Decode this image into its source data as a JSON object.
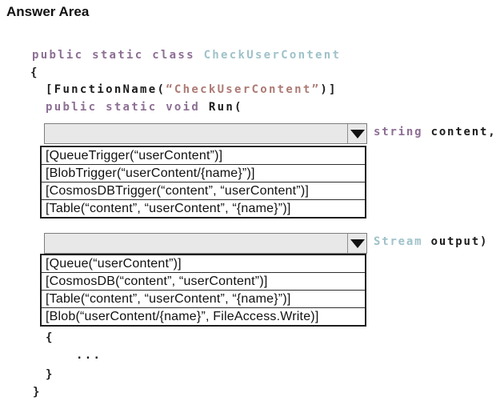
{
  "title": "Answer Area",
  "colors": {
    "keyword": "#8d6f94",
    "class_name": "#9fc2c9",
    "string_literal": "#ad7a74",
    "code_text": "#1c1c1c",
    "select_fill": "#e8e8e8"
  },
  "code": {
    "class_decl_keywords": "public static class ",
    "class_decl_name": "CheckUserContent",
    "class_open_brace": "{",
    "attribute_prefix": "[FunctionName(",
    "attribute_string": "“CheckUserContent”",
    "attribute_suffix": ")]",
    "method_decl_keywords": "public static void ",
    "method_decl_name": "Run(",
    "body_open_brace": "{",
    "body_ellipsis": "...",
    "body_close_brace": "}",
    "class_close_brace": "}"
  },
  "param1": {
    "dropdown_options": [
      "[QueueTrigger(“userContent”)]",
      "[BlobTrigger(“userContent/{name}”)]",
      "[CosmosDBTrigger(“content”, “userContent”)]",
      "[Table(“content”, “userContent”, “{name}”)]"
    ],
    "label_type": "string",
    "label_rest": " content,"
  },
  "param2": {
    "dropdown_options": [
      "[Queue(“userContent”)]",
      "[CosmosDB(“content”, “userContent”)]",
      "[Table(“content”, “userContent”, “{name}”)]",
      "[Blob(“userContent/{name}”, FileAccess.Write)]"
    ],
    "label_type": "Stream",
    "label_rest": " output)"
  }
}
